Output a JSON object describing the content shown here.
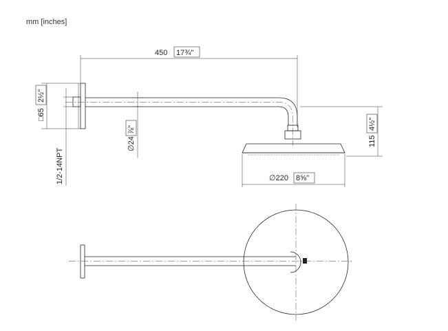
{
  "units_label": "mm [inches]",
  "dimensions": {
    "arm_length": {
      "mm": "450",
      "inch": "17¾\""
    },
    "flange_square": {
      "mm": "□65",
      "inch": "2½\""
    },
    "thread": "1/2-14NPT",
    "pipe_diameter": {
      "mm": "∅24",
      "inch": "⅞\""
    },
    "head_diameter": {
      "mm": "∅220",
      "inch": "8⅝\""
    },
    "drop_height": {
      "mm": "115",
      "inch": "4½\""
    }
  },
  "colors": {
    "line": "#222222",
    "background": "#ffffff"
  }
}
